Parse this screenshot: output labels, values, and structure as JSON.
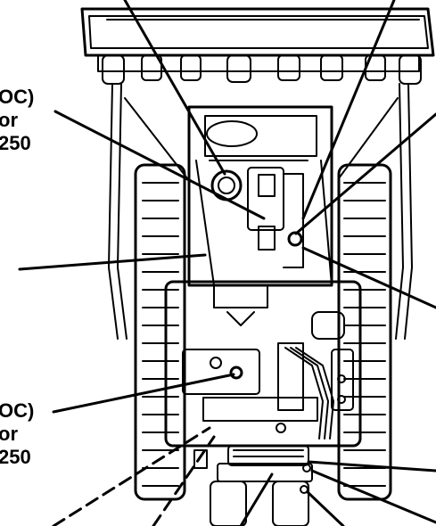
{
  "callouts": [
    {
      "id": "upper-left",
      "lines": [
        "OC)",
        "or",
        "250"
      ]
    },
    {
      "id": "lower-left",
      "lines": [
        "OC)",
        "or",
        "250"
      ]
    }
  ],
  "colors": {
    "ink": "#000000",
    "paper": "#ffffff"
  }
}
